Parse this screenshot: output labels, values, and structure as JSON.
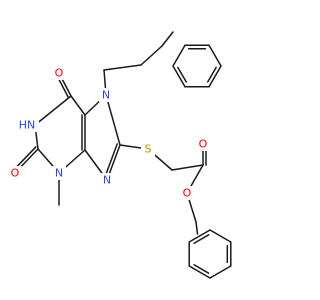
{
  "colors": {
    "bond": "#1a1a1a",
    "carbon": "#1a1a1a",
    "oxygen": "#e8000b",
    "nitrogen": "#2b49d8",
    "sulfur": "#b39a00",
    "label_bg": "#ffffff"
  },
  "molecule": {
    "atoms": {
      "o_c6": "O",
      "n1": "N",
      "h_n1": "H",
      "o_c2": "O",
      "n3": "N",
      "methyl": "CH3",
      "n7": "N",
      "n9": "N",
      "s": "S",
      "o_carbonyl": "O",
      "o_ester": "O"
    },
    "labels": {
      "o_c6": "O",
      "hn1": "HN",
      "o_c2": "O",
      "n3": "N",
      "n7": "N",
      "n9": "N",
      "s": "S",
      "o_carbonyl": "O",
      "o_ester": "O"
    }
  }
}
